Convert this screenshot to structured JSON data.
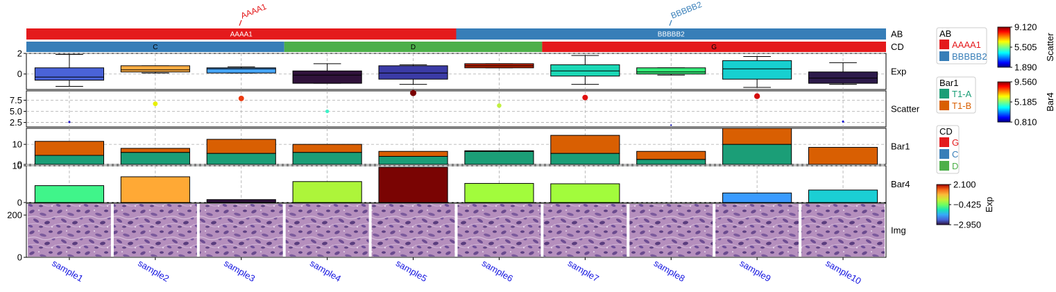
{
  "chart_data": {
    "type": "heatmap",
    "samples": [
      "sample1",
      "sample2",
      "sample3",
      "sample4",
      "sample5",
      "sample6",
      "sample7",
      "sample8",
      "sample9",
      "sample10"
    ],
    "sample_label_color": "#1515e0",
    "annotation_rows": {
      "AB": {
        "label": "AB",
        "segments": [
          {
            "label": "AAAA1",
            "from": 1,
            "to": 5,
            "color": "#e41a1c"
          },
          {
            "label": "BBBBB2",
            "from": 6,
            "to": 10,
            "color": "#377eb8"
          }
        ],
        "callouts": [
          {
            "text": "AAAA1",
            "color": "#e41a1c"
          },
          {
            "text": "BBBBB2",
            "color": "#377eb8"
          }
        ]
      },
      "CD": {
        "label": "CD",
        "segments": [
          {
            "label": "C",
            "from": 1,
            "to": 3,
            "color": "#377eb8"
          },
          {
            "label": "D",
            "from": 4,
            "to": 6,
            "color": "#4daf4a"
          },
          {
            "label": "G",
            "from": 7,
            "to": 10,
            "color": "#e41a1c"
          }
        ]
      }
    },
    "exp": {
      "label": "Exp",
      "ylim": [
        -2.95,
        2.1
      ],
      "yticks": [
        "2",
        "0"
      ],
      "boxes": [
        {
          "min": -1.2,
          "q1": -0.6,
          "med": -0.3,
          "q3": 0.6,
          "max": 1.9,
          "color": "#4a63d8"
        },
        {
          "min": 0.1,
          "q1": 0.2,
          "med": 0.4,
          "q3": 0.8,
          "max": 0.8,
          "color": "#ffad42"
        },
        {
          "min": 0.1,
          "q1": 0.1,
          "med": 0.5,
          "q3": 0.6,
          "max": 0.7,
          "color": "#47a6ff"
        },
        {
          "min": -0.9,
          "q1": -0.9,
          "med": -0.1,
          "q3": 0.3,
          "max": 1.0,
          "color": "#30123b"
        },
        {
          "min": -1.0,
          "q1": -0.5,
          "med": 0.1,
          "q3": 0.8,
          "max": 0.9,
          "color": "#3b3ba6"
        },
        {
          "min": 0.6,
          "q1": 0.6,
          "med": 0.8,
          "q3": 1.0,
          "max": 1.0,
          "color": "#c02202"
        },
        {
          "min": -1.0,
          "q1": -0.2,
          "med": 0.3,
          "q3": 0.9,
          "max": 1.8,
          "color": "#1bd8b6"
        },
        {
          "min": -0.1,
          "q1": 0.0,
          "med": 0.2,
          "q3": 0.6,
          "max": 0.6,
          "color": "#35ee7a"
        },
        {
          "min": -1.3,
          "q1": -0.5,
          "med": 0.5,
          "q3": 1.3,
          "max": 1.7,
          "color": "#17d0d0"
        },
        {
          "min": -1.0,
          "q1": -0.9,
          "med": -0.4,
          "q3": 0.2,
          "max": 1.1,
          "color": "#2d1a4a"
        }
      ]
    },
    "scatter": {
      "label": "Scatter",
      "ylim": [
        1.5,
        9.6
      ],
      "yticks": [
        "7.5",
        "5.0",
        "2.5"
      ],
      "points": [
        {
          "value": 2.6,
          "color": "#1a10c8"
        },
        {
          "value": 6.7,
          "color": "#e8f000"
        },
        {
          "value": 7.9,
          "color": "#ec3a10"
        },
        {
          "value": 5.0,
          "color": "#3cf2c8"
        },
        {
          "value": 9.12,
          "color": "#7a0000"
        },
        {
          "value": 6.3,
          "color": "#c0f040"
        },
        {
          "value": 8.1,
          "color": "#e01010"
        },
        {
          "value": 1.9,
          "color": "#1010b0"
        },
        {
          "value": 8.4,
          "color": "#d40c0c"
        },
        {
          "value": 2.7,
          "color": "#1818d8"
        }
      ]
    },
    "bar1": {
      "label": "Bar1",
      "ylim": [
        0,
        18
      ],
      "yticks": [
        "10",
        "0"
      ],
      "series": [
        {
          "name": "T1-A",
          "color": "#1b9e77",
          "values": [
            4.5,
            6.0,
            5.5,
            6.0,
            4.0,
            6.5,
            5.5,
            2.5,
            10.0,
            0.0
          ]
        },
        {
          "name": "T1-B",
          "color": "#d95f02",
          "values": [
            7.0,
            2.0,
            7.0,
            4.0,
            2.5,
            0.3,
            9.0,
            4.0,
            8.0,
            8.5
          ]
        }
      ]
    },
    "bar4": {
      "label": "Bar4",
      "ylim": [
        0,
        10
      ],
      "yticks": [
        "10",
        "0"
      ],
      "values": [
        4.6,
        7.0,
        0.8,
        5.7,
        9.6,
        5.2,
        5.1,
        0.0,
        2.6,
        3.4
      ],
      "colors": [
        "#40f58a",
        "#ffa935",
        "#30123b",
        "#adf53a",
        "#7a0403",
        "#a2fc3c",
        "#a2fc3c",
        "#ffffff",
        "#3a9bff",
        "#1bcfd4"
      ]
    },
    "img": {
      "label": "Img",
      "yticks": [
        "200",
        "0"
      ],
      "ylim": [
        0,
        256
      ]
    },
    "legends": {
      "AB": {
        "title": "AB",
        "items": [
          {
            "label": "AAAA1",
            "color": "#e41a1c"
          },
          {
            "label": "BBBBB2",
            "color": "#377eb8"
          }
        ]
      },
      "Bar1": {
        "title": "Bar1",
        "items": [
          {
            "label": "T1-A",
            "color": "#1b9e77"
          },
          {
            "label": "T1-B",
            "color": "#d95f02"
          }
        ]
      },
      "CD": {
        "title": "CD",
        "items": [
          {
            "label": "G",
            "color": "#e41a1c"
          },
          {
            "label": "C",
            "color": "#377eb8"
          },
          {
            "label": "D",
            "color": "#4daf4a"
          }
        ]
      }
    },
    "colorbars": {
      "scatter": {
        "title": "Scatter",
        "ticks": [
          "9.120",
          "5.505",
          "1.890"
        ]
      },
      "bar4": {
        "title": "Bar4",
        "ticks": [
          "9.560",
          "5.185",
          "0.810"
        ]
      },
      "exp": {
        "title": "Exp",
        "ticks": [
          "2.100",
          "−0.425",
          "−2.950"
        ]
      }
    },
    "colormap": [
      "#30123b",
      "#4662d7",
      "#36aaf9",
      "#1ae4b6",
      "#72fe5e",
      "#c8ef34",
      "#faba39",
      "#f66b19",
      "#ca2a04",
      "#7a0403"
    ],
    "grid": true
  }
}
